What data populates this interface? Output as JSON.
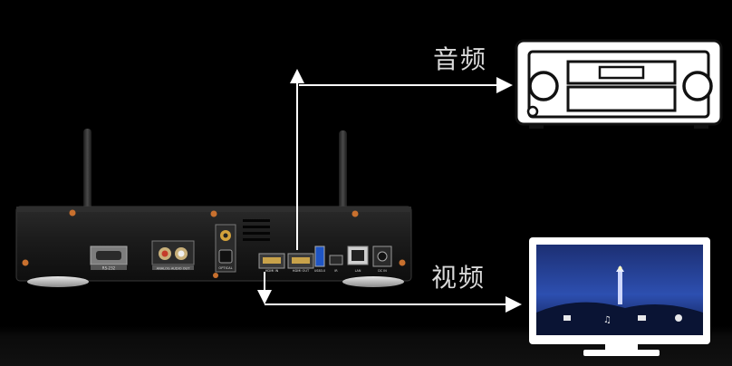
{
  "labels": {
    "audio": "音频",
    "video": "视频"
  },
  "device": {
    "port_labels": [
      "RS-232",
      "ANALOG AUDIO OUT",
      "OPTICAL",
      "HDMI IN",
      "HDMI OUT",
      "USB3.0",
      "IR",
      "LAN",
      "DC IN"
    ]
  },
  "icons": [
    "receiver-icon",
    "tv-icon",
    "antenna-icon"
  ],
  "colors": {
    "background": "#000000",
    "arrow": "#ffffff",
    "device_body": "#1c1c1c",
    "screw": "#c8702e",
    "receiver_fill": "#ffffff"
  }
}
